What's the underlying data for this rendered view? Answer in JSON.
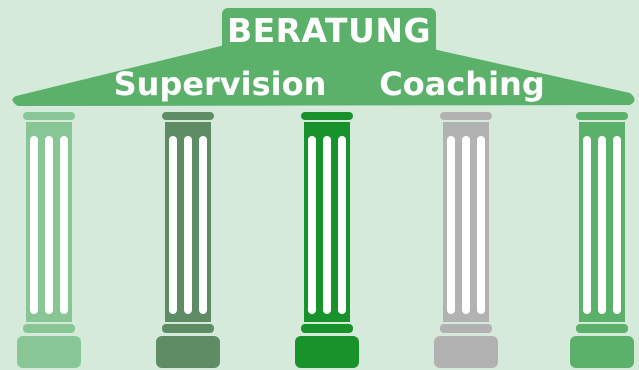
{
  "diagram": {
    "title": "BERATUNG",
    "labels": [
      "Supervision",
      "Coaching"
    ],
    "colors": {
      "background": "#d6eadb",
      "roof": "#5bb06a",
      "flute": "#ffffff"
    },
    "columns": [
      {
        "color": "#88c795"
      },
      {
        "color": "#5e8c64"
      },
      {
        "color": "#18922a"
      },
      {
        "color": "#b2b2b2"
      },
      {
        "color": "#5bb06a"
      }
    ]
  }
}
